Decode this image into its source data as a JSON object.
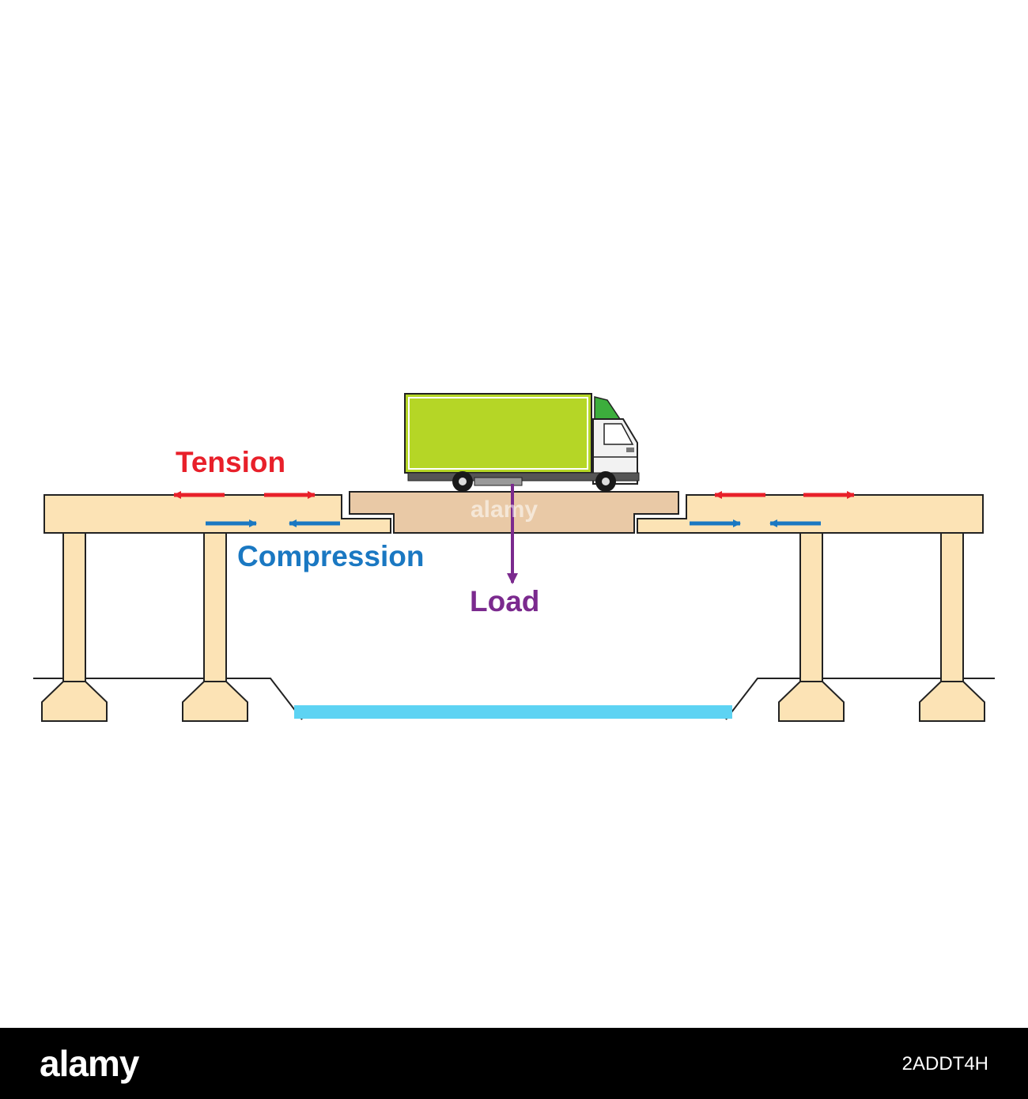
{
  "labels": {
    "tension": "Tension",
    "compression": "Compression",
    "load": "Load"
  },
  "watermark": {
    "text": "alamy"
  },
  "footer": {
    "logo": "alamy",
    "image_id": "2ADDT4H"
  },
  "colors": {
    "tension": "#e8202a",
    "compression": "#1a78c2",
    "load": "#7b2a8e",
    "beam": "#fce3b5",
    "center_span": "#e9c9a6",
    "water": "#5dd3f3",
    "truck_box": "#b5d626",
    "truck_roof": "#3cae3c"
  }
}
